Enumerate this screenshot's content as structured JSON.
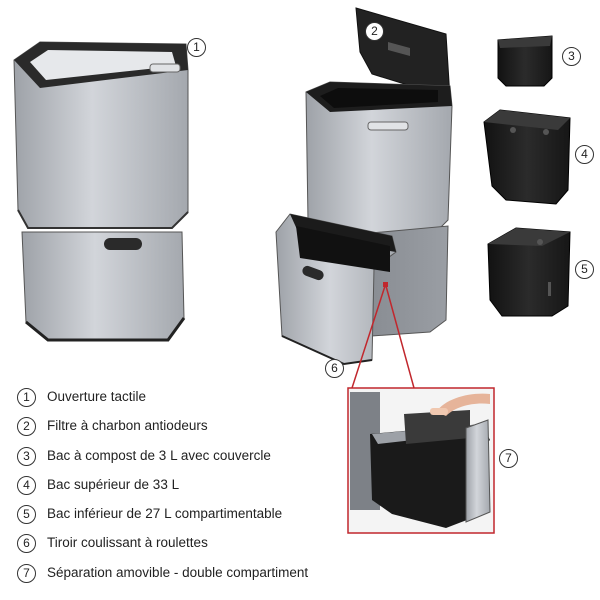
{
  "callouts": {
    "n1": "1",
    "n2": "2",
    "n3": "3",
    "n4": "4",
    "n5": "5",
    "n6": "6",
    "n7": "7"
  },
  "legend": [
    {
      "num": "1",
      "text": "Ouverture tactile"
    },
    {
      "num": "2",
      "text": "Filtre à charbon antiodeurs"
    },
    {
      "num": "3",
      "text": "Bac à compost de 3 L avec couvercle"
    },
    {
      "num": "4",
      "text": "Bac supérieur de 33 L"
    },
    {
      "num": "5",
      "text": "Bac inférieur de 27 L compartimentable"
    },
    {
      "num": "6",
      "text": "Tiroir coulissant à roulettes"
    },
    {
      "num": "7",
      "text": "Séparation amovible - double compartiment"
    }
  ],
  "colors": {
    "steel": "#b9bdc3",
    "steel_dark": "#8d9198",
    "black": "#1e1e1e",
    "accent_red": "#c1272d"
  }
}
